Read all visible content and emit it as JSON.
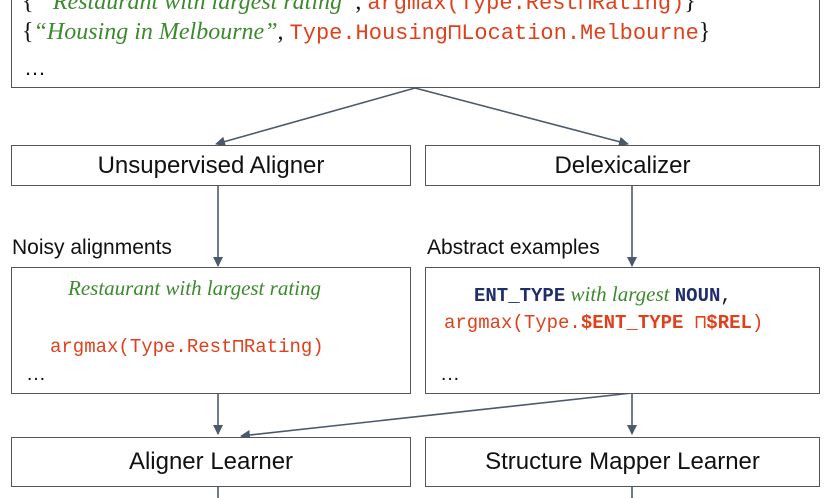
{
  "top_box": {
    "example1_text": "“Restaurant with largest rating”",
    "example1_formula": "argmax(Type.Rest⊓Rating)",
    "example2_text": "“Housing in Melbourne”",
    "example2_formula": "Type.Housing⊓Location.Melbourne",
    "ellipsis": "…"
  },
  "nodes": {
    "unsupervised_aligner": "Unsupervised Aligner",
    "delexicalizer": "Delexicalizer",
    "aligner_learner": "Aligner Learner",
    "structure_mapper_learner": "Structure Mapper Learner"
  },
  "labels": {
    "noisy_alignments": "Noisy alignments",
    "abstract_examples": "Abstract examples"
  },
  "noisy_box": {
    "text": "Restaurant with largest rating",
    "formula": "argmax(Type.Rest⊓Rating)",
    "ellipsis": "…"
  },
  "abstract_box": {
    "ent_type": "ENT_TYPE",
    "with_largest": "with largest",
    "noun": "NOUN",
    "comma": ",",
    "formula_prefix": "argmax(Type.",
    "ent_var": "$ENT_TYPE",
    "meet": " ⊓",
    "rel_var": "$REL",
    "formula_suffix": ")",
    "ellipsis": "…"
  },
  "colors": {
    "text_green": "#3c8a2e",
    "formula_red": "#e0401c",
    "keyword_navy": "#1f2d6b",
    "border": "#555555"
  }
}
